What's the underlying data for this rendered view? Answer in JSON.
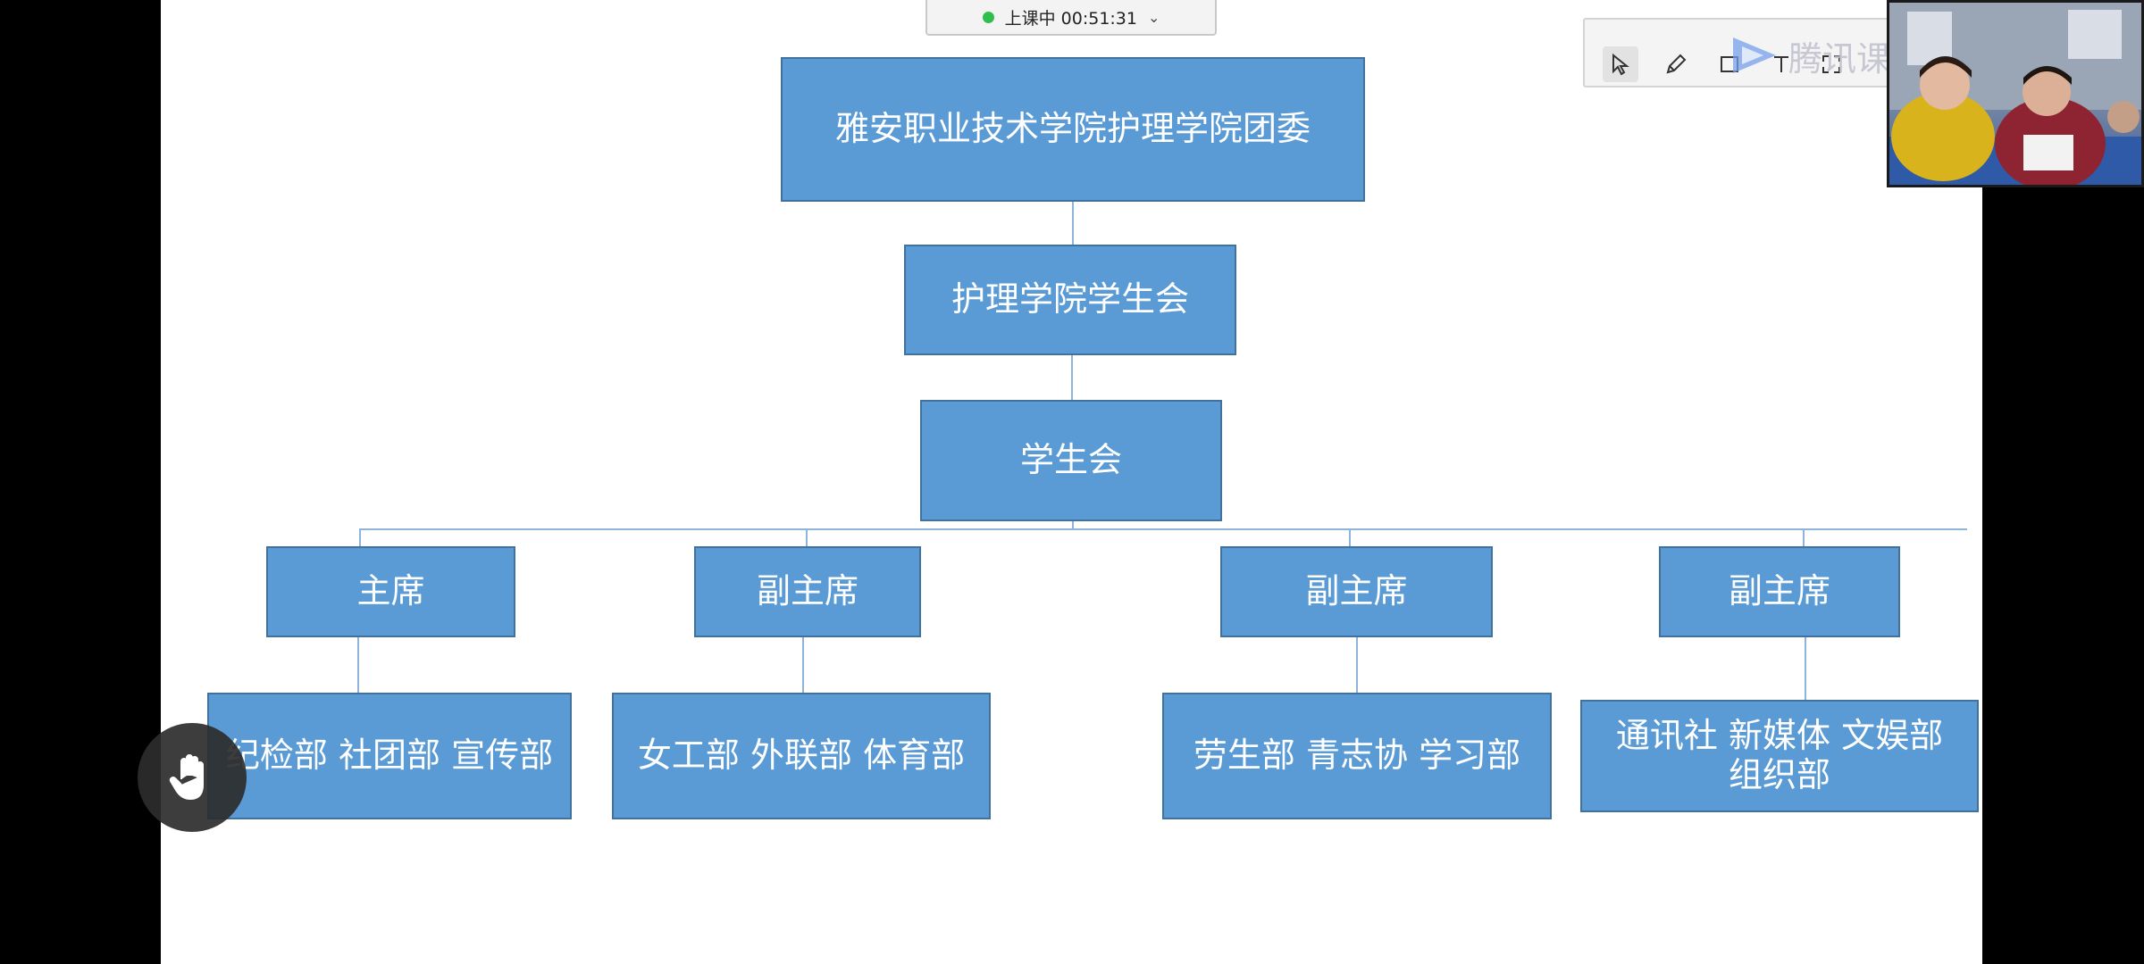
{
  "status": {
    "label": "上课中 00:51:31",
    "indicator_color": "#2fbf4f",
    "dropdown_icon": "chevron-down-icon"
  },
  "toolbar": {
    "tools": [
      "pointer-icon",
      "pen-icon",
      "rectangle-icon",
      "text-icon",
      "expand-icon"
    ],
    "brand_watermark": "腾讯课"
  },
  "org_chart": {
    "box_color": "#5b9bd5",
    "border_color": "#41719c",
    "root": "雅安职业技术学院护理学院团委",
    "level2": "护理学院学生会",
    "level3": "学生会",
    "leaders": [
      "主席",
      "副主席",
      "副主席",
      "副主席"
    ],
    "departments": [
      "纪检部 社团部 宣传部",
      "女工部 外联部 体育部",
      "劳生部 青志协 学习部",
      "通讯社 新媒体 文娱部\n组织部"
    ]
  },
  "raise_hand": {
    "icon": "raise-hand-icon"
  },
  "camera": {
    "label": "teacher-camera-feed"
  }
}
